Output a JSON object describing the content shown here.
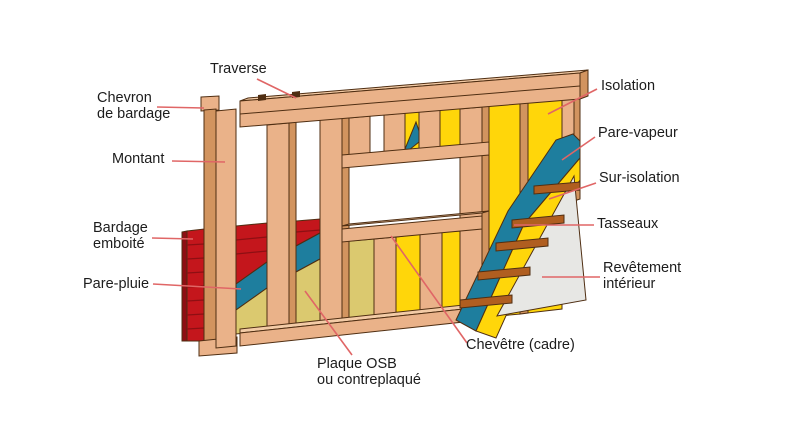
{
  "labels": {
    "traverse": "Traverse",
    "chevron_de_bardage": {
      "line1": "Chevron",
      "line2": "de bardage"
    },
    "montant": "Montant",
    "bardage_emboite": {
      "line1": "Bardage",
      "line2": "emboité"
    },
    "pare_pluie": "Pare-pluie",
    "plaque_osb": {
      "line1": "Plaque OSB",
      "line2": "ou contreplaqué"
    },
    "chevetre": "Chevêtre (cadre)",
    "isolation": "Isolation",
    "pare_vapeur": "Pare-vapeur",
    "sur_isolation": "Sur-isolation",
    "tasseaux": "Tasseaux",
    "revetement_interieur": {
      "line1": "Revêtement",
      "line2": "intérieur"
    }
  },
  "colors": {
    "background": "#FFFFFF",
    "label_text": "#1C1C1C",
    "leader_red": "#E06666",
    "outline": "#4F2E12",
    "wood": "#EAB289",
    "wood_dark": "#D2945F",
    "wood_light": "#F3CBA6",
    "cladding_red": "#C4161C",
    "cladding_red_dark": "#8E0F13",
    "membrane_blue": "#1E7E9E",
    "insulation_yellow": "#FFD60A",
    "osb_khaki": "#DBC96F",
    "interior_gray": "#E7E7E4",
    "batten_brown": "#B05E20"
  }
}
